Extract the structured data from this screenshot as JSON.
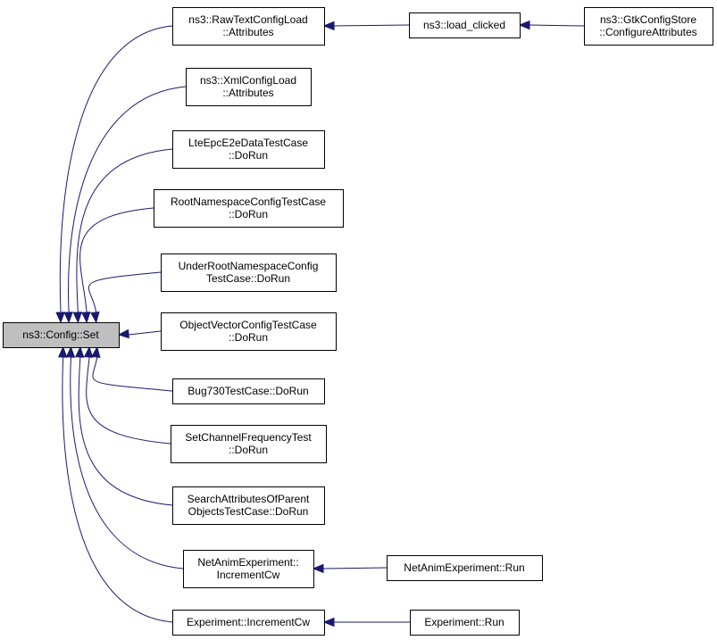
{
  "colors": {
    "edge": "#191970",
    "root_fill": "#bfbfbf",
    "node_fill": "#ffffff",
    "border": "#000000"
  },
  "nodes": {
    "config_set": {
      "lines": [
        "ns3::Config::Set"
      ]
    },
    "rawtext_attributes": {
      "lines": [
        "ns3::RawTextConfigLoad",
        "::Attributes"
      ]
    },
    "load_clicked": {
      "lines": [
        "ns3::load_clicked"
      ]
    },
    "gtk_configure_attributes": {
      "lines": [
        "ns3::GtkConfigStore",
        "::ConfigureAttributes"
      ]
    },
    "xml_attributes": {
      "lines": [
        "ns3::XmlConfigLoad",
        "::Attributes"
      ]
    },
    "lteepc_dorun": {
      "lines": [
        "LteEpcE2eDataTestCase",
        "::DoRun"
      ]
    },
    "rootns_dorun": {
      "lines": [
        "RootNamespaceConfigTestCase",
        "::DoRun"
      ]
    },
    "underroot_dorun": {
      "lines": [
        "UnderRootNamespaceConfig",
        "TestCase::DoRun"
      ]
    },
    "objvector_dorun": {
      "lines": [
        "ObjectVectorConfigTestCase",
        "::DoRun"
      ]
    },
    "bug730_dorun": {
      "lines": [
        "Bug730TestCase::DoRun"
      ]
    },
    "setchannel_dorun": {
      "lines": [
        "SetChannelFrequencyTest",
        "::DoRun"
      ]
    },
    "searchattr_dorun": {
      "lines": [
        "SearchAttributesOfParent",
        "ObjectsTestCase::DoRun"
      ]
    },
    "netanim_incrementcw": {
      "lines": [
        "NetAnimExperiment::",
        "IncrementCw"
      ]
    },
    "netanim_run": {
      "lines": [
        "NetAnimExperiment::Run"
      ]
    },
    "experiment_incrementcw": {
      "lines": [
        "Experiment::IncrementCw"
      ]
    },
    "experiment_run": {
      "lines": [
        "Experiment::Run"
      ]
    }
  },
  "edges": [
    {
      "from": "rawtext_attributes",
      "to": "config_set"
    },
    {
      "from": "xml_attributes",
      "to": "config_set"
    },
    {
      "from": "lteepc_dorun",
      "to": "config_set"
    },
    {
      "from": "rootns_dorun",
      "to": "config_set"
    },
    {
      "from": "underroot_dorun",
      "to": "config_set"
    },
    {
      "from": "objvector_dorun",
      "to": "config_set"
    },
    {
      "from": "bug730_dorun",
      "to": "config_set"
    },
    {
      "from": "setchannel_dorun",
      "to": "config_set"
    },
    {
      "from": "searchattr_dorun",
      "to": "config_set"
    },
    {
      "from": "netanim_incrementcw",
      "to": "config_set"
    },
    {
      "from": "experiment_incrementcw",
      "to": "config_set"
    },
    {
      "from": "load_clicked",
      "to": "rawtext_attributes"
    },
    {
      "from": "gtk_configure_attributes",
      "to": "load_clicked"
    },
    {
      "from": "netanim_run",
      "to": "netanim_incrementcw"
    },
    {
      "from": "experiment_run",
      "to": "experiment_incrementcw"
    }
  ]
}
